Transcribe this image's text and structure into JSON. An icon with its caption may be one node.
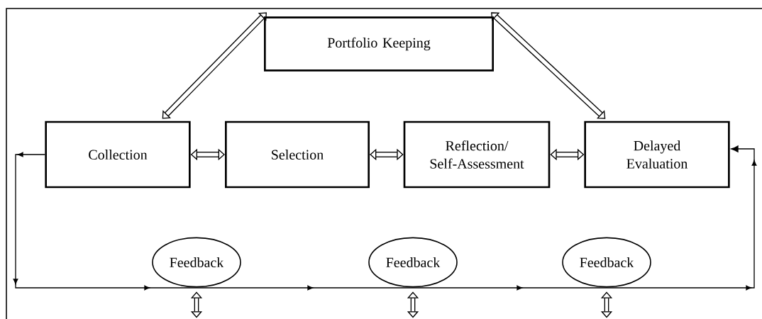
{
  "diagram": {
    "nodes": [
      {
        "text": [
          "Portfolio Keeping"
        ]
      },
      {
        "text": [
          "Collection"
        ]
      },
      {
        "text": [
          "Selection"
        ]
      },
      {
        "text": [
          "Reflection/ Self-Assessment"
        ]
      },
      {
        "text": [
          "Delayed Evaluation"
        ]
      },
      {
        "text": [
          "Feedback"
        ]
      },
      {
        "text": [
          "Feedback"
        ]
      },
      {
        "text": [
          "Feedback"
        ]
      }
    ],
    "edges": [
      {
        "from": 0,
        "to": 1,
        "arrow": "both"
      },
      {
        "from": 0,
        "to": 4,
        "arrow": "both"
      },
      {
        "from": 1,
        "to": 2,
        "arrow": "both"
      },
      {
        "from": 2,
        "to": 3,
        "arrow": "both"
      },
      {
        "from": 3,
        "to": 4,
        "arrow": "both"
      },
      {
        "from": 1,
        "to": 4,
        "arrow": "to"
      },
      {
        "from": 5,
        "to": null,
        "arrow": "both"
      },
      {
        "from": 6,
        "to": null,
        "arrow": "both"
      },
      {
        "from": 7,
        "to": null,
        "arrow": "both"
      }
    ]
  }
}
